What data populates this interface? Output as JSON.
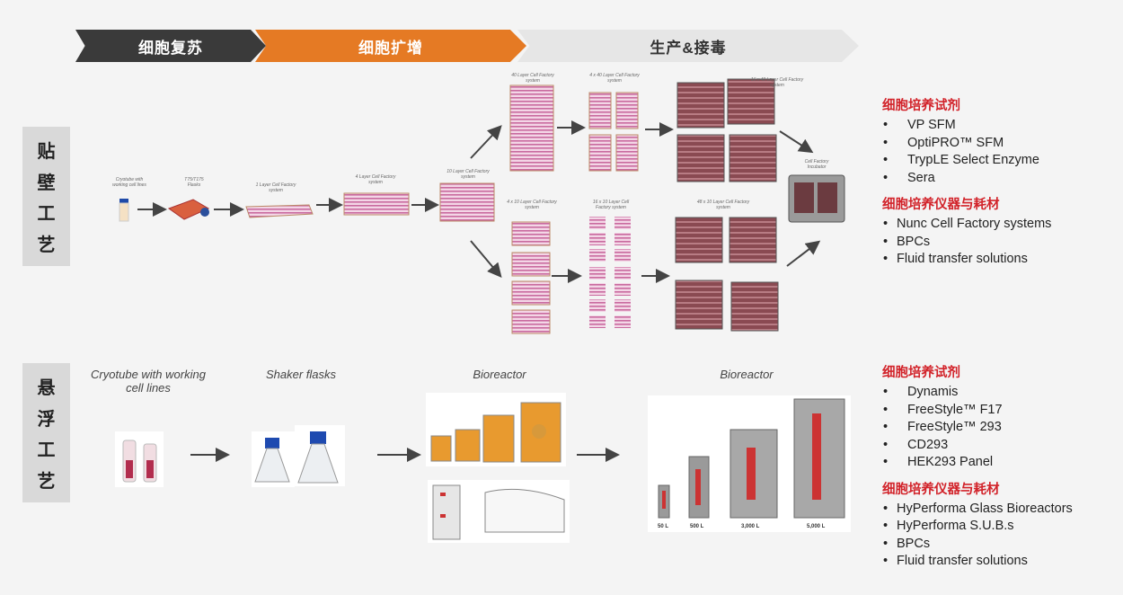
{
  "stages": [
    "细胞复苏",
    "细胞扩增",
    "生产&接毒"
  ],
  "adherent": {
    "side_label": [
      "贴",
      "壁",
      "工",
      "艺"
    ],
    "step_labels": {
      "cryotube": "Cryotube with working cell lines",
      "flasks": "T75/T175 Flasks",
      "cf1": "1 Layer Cell Factory system",
      "cf4": "4 Layer Cell Factory system",
      "cf10": "10 Layer Cell Factory system",
      "top40": "40 Layer Cell Factory system",
      "top4x40": "4 x 40 Layer Cell Factory system",
      "top16x40": "16 x 40 Layer Cell Factory system",
      "bot4x10": "4 x 10 Layer Cell Factory system",
      "bot16x10": "16 x 10 Layer Cell Factory system",
      "bot48x10": "48 x 10 Layer Cell Factory system",
      "incubator": "Cell Factory Incubator"
    },
    "reagents_title": "细胞培养试剂",
    "reagents": [
      "VP SFM",
      "OptiPRO™ SFM",
      "TrypLE Select Enzyme",
      "Sera"
    ],
    "equipment_title": "细胞培养仪器与耗材",
    "equipment": [
      "Nunc Cell Factory systems",
      "BPCs",
      "Fluid transfer solutions"
    ]
  },
  "suspension": {
    "side_label": [
      "悬",
      "浮",
      "工",
      "艺"
    ],
    "step_labels": {
      "cryotube": "Cryotube with working cell lines",
      "shaker": "Shaker flasks",
      "bioreactor1": "Bioreactor",
      "bioreactor2": "Bioreactor"
    },
    "volumes": [
      "50 L",
      "500 L",
      "3,000 L",
      "5,000 L"
    ],
    "reagents_title": "细胞培养试剂",
    "reagents": [
      "Dynamis",
      "FreeStyle™ F17",
      "FreeStyle™ 293",
      "CD293",
      "HEK293 Panel"
    ],
    "equipment_title": "细胞培养仪器与耗材",
    "equipment": [
      "HyPerforma Glass Bioreactors",
      "HyPerforma S.U.B.s",
      "BPCs",
      "Fluid transfer solutions"
    ]
  },
  "colors": {
    "stage1": "#3a3a3a",
    "stage2": "#e57a24",
    "stage3": "#e6e6e6",
    "accent_red": "#d2232a",
    "factory_pink": "#d98cb4"
  }
}
